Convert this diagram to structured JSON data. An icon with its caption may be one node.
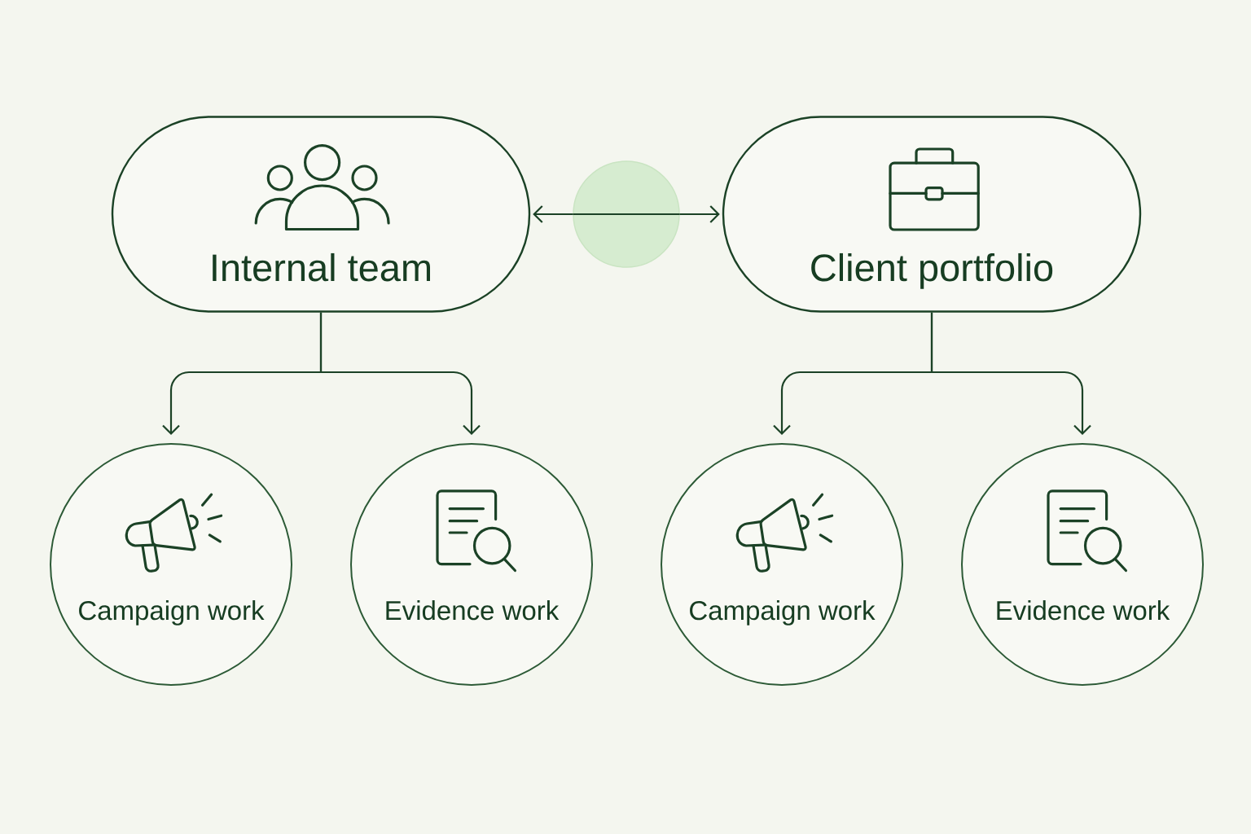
{
  "diagram": {
    "nodes": [
      {
        "text": [
          "Internal team"
        ]
      },
      {
        "text": [],
        "shape": "circle"
      },
      {
        "text": [
          "Client portfolio"
        ]
      },
      {
        "text": [
          "Campaign work"
        ]
      },
      {
        "text": [
          "Evidence work"
        ]
      },
      {
        "text": [
          "Campaign work"
        ]
      },
      {
        "text": [
          "Evidence work"
        ]
      }
    ],
    "edges": [
      {
        "from": 1,
        "to": 0,
        "arrow": "to"
      },
      {
        "from": 1,
        "to": 2,
        "arrow": "to"
      },
      {
        "from": 0,
        "to": 3,
        "arrow": "to"
      },
      {
        "from": 0,
        "to": 4,
        "arrow": "to"
      },
      {
        "from": 2,
        "to": 5,
        "arrow": "to"
      },
      {
        "from": 2,
        "to": 6,
        "arrow": "to"
      }
    ]
  }
}
